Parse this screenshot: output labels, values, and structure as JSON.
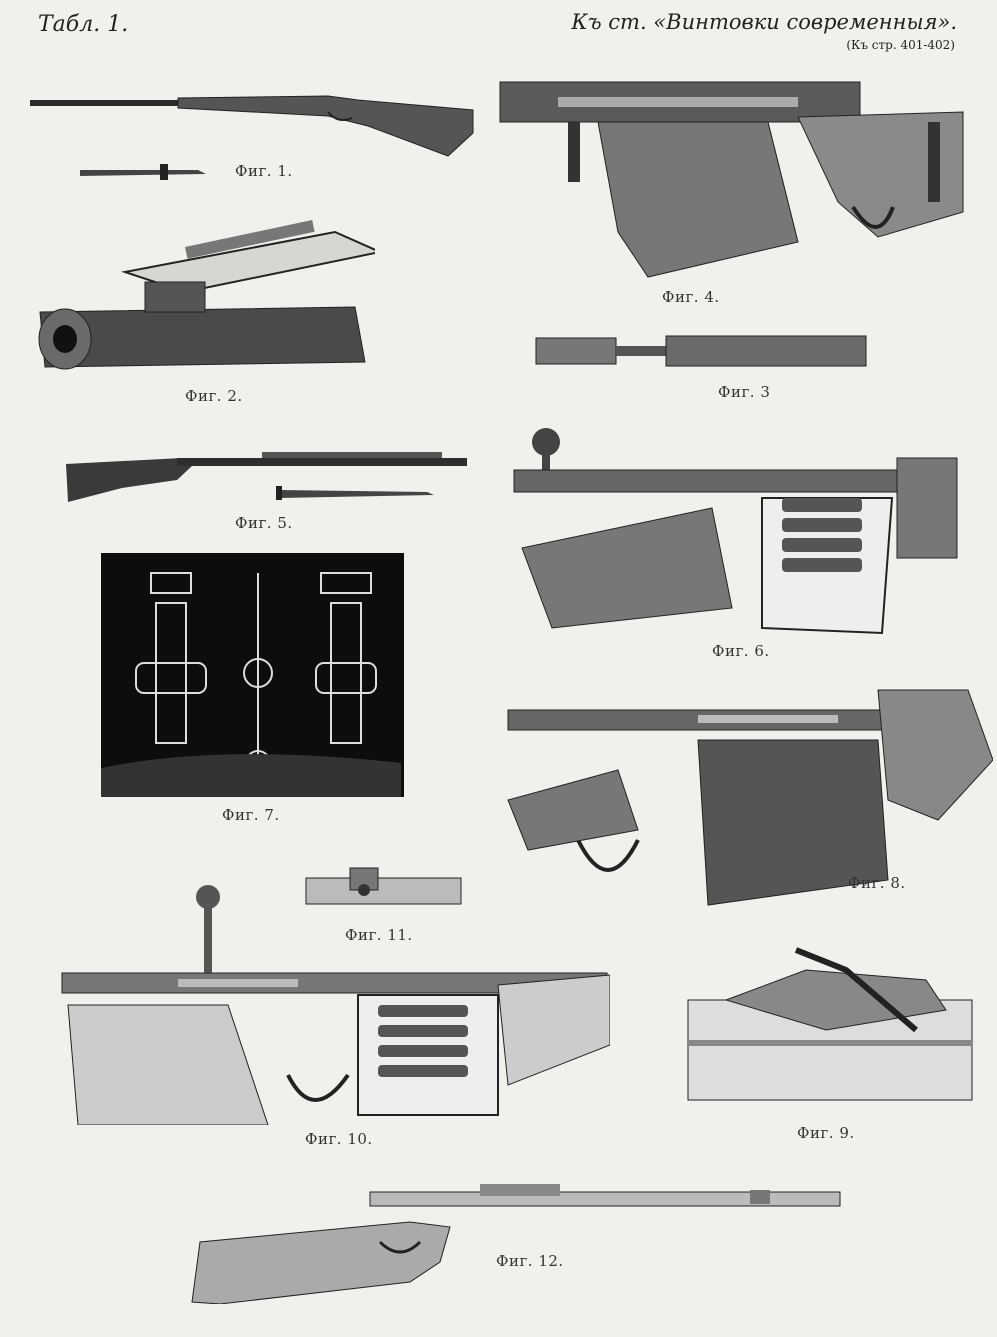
{
  "header": {
    "table_label": "Табл. 1.",
    "article_ref": "Къ ст. «Винтовки современныя».",
    "page_ref": "(Къ стр. 401-402)"
  },
  "figures": [
    {
      "id": 1,
      "caption": "Фиг. 1."
    },
    {
      "id": 2,
      "caption": "Фиг. 2."
    },
    {
      "id": 3,
      "caption": "Фиг. 3"
    },
    {
      "id": 4,
      "caption": "Фиг. 4."
    },
    {
      "id": 5,
      "caption": "Фиг. 5."
    },
    {
      "id": 6,
      "caption": "Фиг. 6."
    },
    {
      "id": 7,
      "caption": "Фиг. 7."
    },
    {
      "id": 8,
      "caption": "Фиг. 8."
    },
    {
      "id": 9,
      "caption": "Фиг. 9."
    },
    {
      "id": 10,
      "caption": "Фиг. 10."
    },
    {
      "id": 11,
      "caption": "Фиг. 11."
    },
    {
      "id": 12,
      "caption": "Фиг. 12."
    }
  ]
}
